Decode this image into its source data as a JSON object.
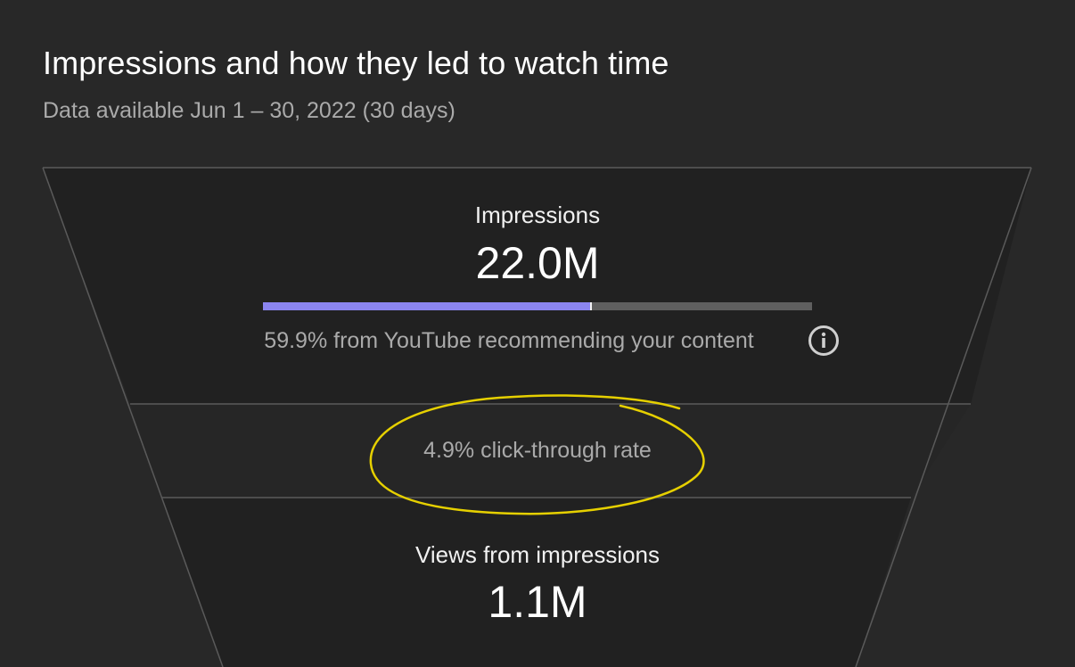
{
  "header": {
    "title": "Impressions and how they led to watch time",
    "subtitle": "Data available Jun 1 – 30, 2022 (30 days)"
  },
  "funnel": {
    "impressions": {
      "label": "Impressions",
      "value": "22.0M",
      "recommendation_share": 0.599,
      "recommendation_text": "59.9% from YouTube recommending your content"
    },
    "ctr": {
      "text": "4.9% click-through rate"
    },
    "views": {
      "label": "Views from impressions",
      "value": "1.1M"
    }
  },
  "colors": {
    "background": "#282828",
    "funnel_fill": "#212121",
    "bar_fill": "#8b85f0",
    "bar_track": "#5f5f5f",
    "annotation": "#e6d000"
  },
  "icons": {
    "info": "info-circle-icon"
  }
}
